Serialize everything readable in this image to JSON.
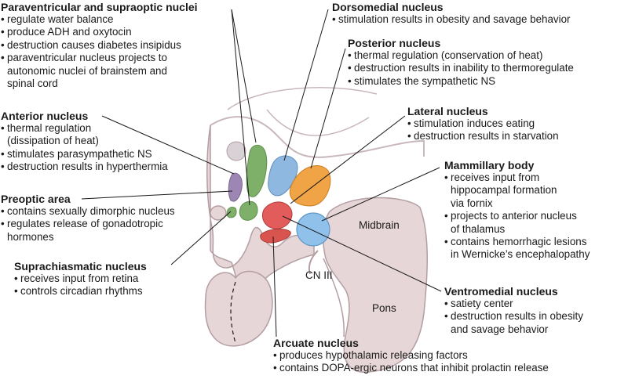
{
  "diagram": {
    "nuclei": [
      {
        "id": "paraventricular",
        "title": "Paraventricular and supraoptic nuclei",
        "color": "#7fb06a",
        "items": [
          "regulate water balance",
          "produce ADH and oxytocin",
          "destruction causes diabetes insipidus",
          "paraventricular nucleus projects to\nautonomic nuclei of brainstem and\nspinal cord"
        ]
      },
      {
        "id": "dorsomedial",
        "title": "Dorsomedial nucleus",
        "color": "#8fb8e0",
        "items": [
          "stimulation results in obesity and savage behavior"
        ]
      },
      {
        "id": "posterior",
        "title": "Posterior nucleus",
        "color": "#f0a445",
        "items": [
          "thermal regulation (conservation of heat)",
          "destruction results in inability to thermoregulate",
          "stimulates the sympathetic NS"
        ]
      },
      {
        "id": "anterior",
        "title": "Anterior nucleus",
        "color": "#9e86b4",
        "items": [
          "thermal regulation\n(dissipation of heat)",
          "stimulates parasympathetic NS",
          "destruction results in hyperthermia"
        ]
      },
      {
        "id": "lateral",
        "title": "Lateral nucleus",
        "color": "#d8d2d6",
        "items": [
          "stimulation induces eating",
          "destruction results in starvation"
        ]
      },
      {
        "id": "mammillary",
        "title": "Mammillary body",
        "color": "#8fc1ea",
        "items": [
          "receives input from\nhippocampal formation\nvia fornix",
          "projects to anterior nucleus\nof thalamus",
          "contains hemorrhagic lesions\nin Wernicke’s encephalopathy"
        ]
      },
      {
        "id": "preoptic",
        "title": "Preoptic area",
        "color": "#7fb06a",
        "items": [
          "contains sexually dimorphic nucleus",
          "regulates release of gonadotropic\nhormones"
        ]
      },
      {
        "id": "suprachiasmatic",
        "title": "Suprachiasmatic nucleus",
        "color": "#7fb06a",
        "items": [
          "receives input from retina",
          "controls circadian rhythms"
        ]
      },
      {
        "id": "ventromedial",
        "title": "Ventromedial nucleus",
        "color": "#e25c5c",
        "items": [
          "satiety center",
          "destruction results in obesity\nand savage behavior"
        ]
      },
      {
        "id": "arcuate",
        "title": "Arcuate nucleus",
        "color": "#d9544f",
        "items": [
          "produces hypothalamic releasing factors",
          "contains DOPA-ergic neurons that inhibit prolactin release"
        ]
      }
    ],
    "structure_labels": {
      "midbrain": "Midbrain",
      "cn3": "CN III",
      "pons": "Pons"
    },
    "colors": {
      "brain": "#e7d6d7",
      "brain_outline": "#b39ea3",
      "line": "#1a1a1a"
    }
  }
}
